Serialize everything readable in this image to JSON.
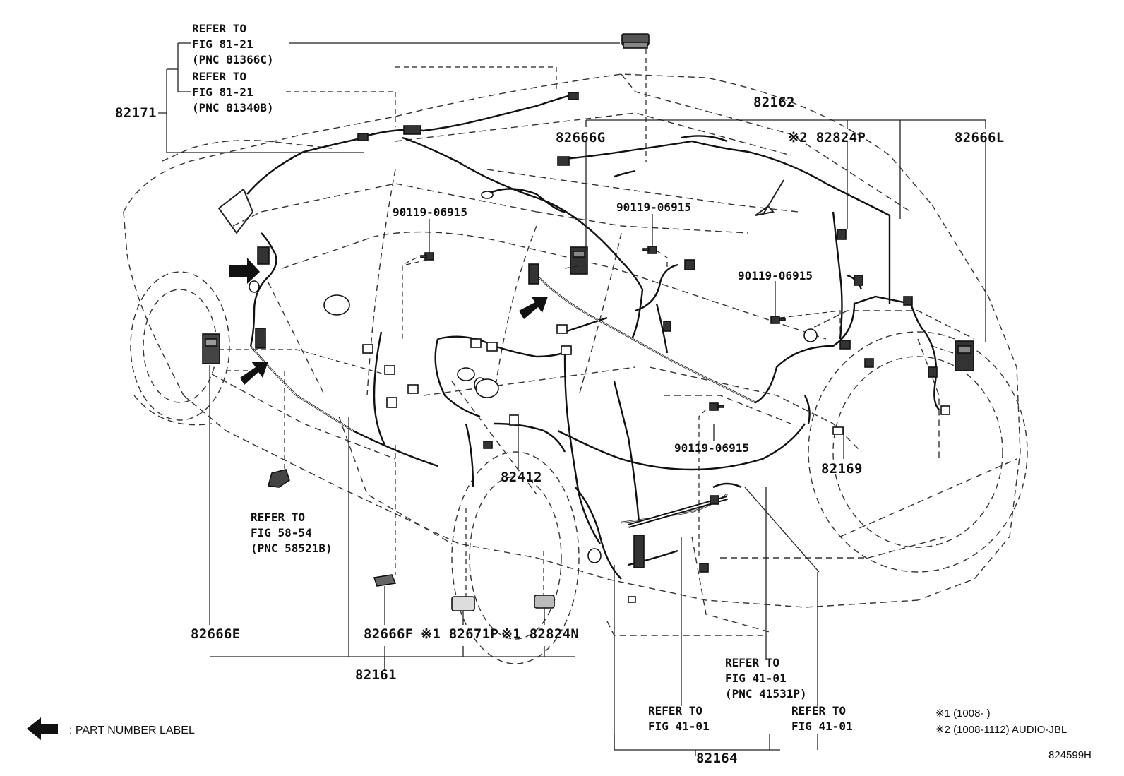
{
  "diagram": {
    "refs": {
      "r1": [
        "REFER TO",
        "FIG 81-21",
        "(PNC 81366C)"
      ],
      "r2": [
        "REFER TO",
        "FIG 81-21",
        "(PNC 81340B)"
      ],
      "r3": [
        "REFER TO",
        "FIG 58-54",
        "(PNC 58521B)"
      ],
      "r4": [
        "REFER TO",
        "FIG 41-01",
        "(PNC 41531P)"
      ],
      "r5": [
        "REFER TO",
        "FIG 41-01"
      ],
      "r6": [
        "REFER TO",
        "FIG 41-01"
      ]
    },
    "parts": {
      "p82171": "82171",
      "p82162": "82162",
      "p82666G": "82666G",
      "p82824P": "※2 82824P",
      "p82666L": "82666L",
      "bolt1": "90119-06915",
      "bolt2": "90119-06915",
      "bolt3": "90119-06915",
      "bolt4": "90119-06915",
      "p82412": "82412",
      "p82169": "82169",
      "p82666E": "82666E",
      "p82666F": "82666F",
      "p82671P": "※1 82671P",
      "p82824N": "※1 82824N",
      "p82161": "82161",
      "p82164": "82164"
    },
    "legend": {
      "text": ":  PART NUMBER LABEL"
    },
    "notes": {
      "n1": "※1 (1008-      )",
      "n2": "※2 (1008-1112) AUDIO-JBL"
    },
    "figure_code": "824599H"
  }
}
